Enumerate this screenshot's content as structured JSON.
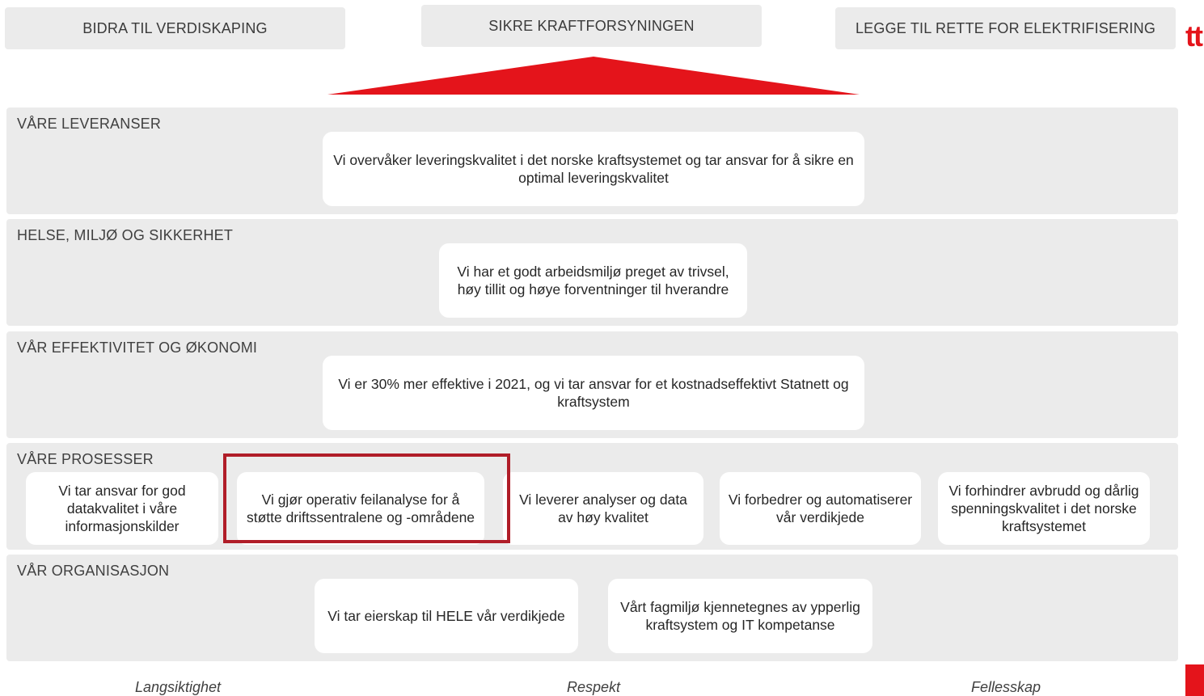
{
  "top_goals": [
    "BIDRA TIL VERDISKAPING",
    "SIKRE KRAFTFORSYNINGEN",
    "LEGGE TIL RETTE FOR ELEKTRIFISERING"
  ],
  "logo_fragment": "tt",
  "colors": {
    "accent_red": "#e4141b",
    "highlight_border": "#b01d28",
    "band_background": "#ebebeb",
    "card_background": "#ffffff"
  },
  "bands": [
    {
      "title": "VÅRE LEVERANSER",
      "cards": [
        "Vi overvåker leveringskvalitet i det norske kraftsystemet og tar ansvar for å sikre en optimal leveringskvalitet"
      ]
    },
    {
      "title": "HELSE, MILJØ OG SIKKERHET",
      "cards": [
        "Vi har et godt arbeidsmiljø preget av trivsel, høy tillit og høye forventninger til hverandre"
      ]
    },
    {
      "title": "VÅR EFFEKTIVITET OG ØKONOMI",
      "cards": [
        "Vi er 30% mer effektive i 2021, og vi tar ansvar for et kostnadseffektivt Statnett og kraftsystem"
      ]
    },
    {
      "title": "VÅRE PROSESSER",
      "cards": [
        "Vi tar ansvar for god datakvalitet i våre informasjonskilder",
        "Vi gjør operativ feilanalyse for å støtte driftssentralene og -områdene",
        "Vi leverer analyser og data av høy kvalitet",
        "Vi forbedrer og automatiserer vår verdikjede",
        "Vi forhindrer avbrudd og dårlig spenningskvalitet i det norske kraftsystemet"
      ]
    },
    {
      "title": "VÅR ORGANISASJON",
      "cards": [
        "Vi tar eierskap til HELE vår verdikjede",
        "Vårt fagmiljø kjennetegnes av ypperlig kraftsystem og IT kompetanse"
      ]
    }
  ],
  "values": [
    "Langsiktighet",
    "Respekt",
    "Fellesskap"
  ]
}
